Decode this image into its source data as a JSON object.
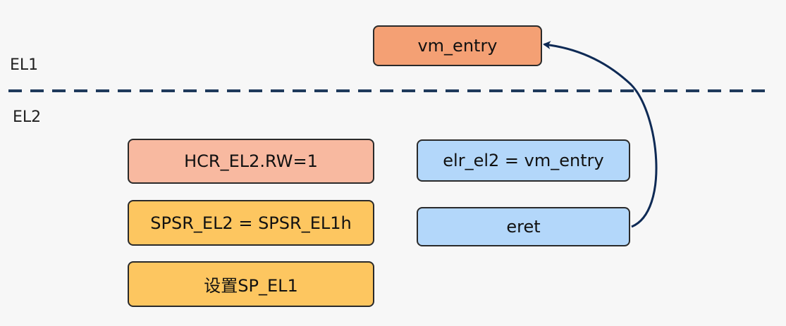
{
  "levels": {
    "el1": "EL1",
    "el2": "EL2"
  },
  "el1_box": {
    "text": "vm_entry",
    "color": "#f4a074"
  },
  "left_boxes": [
    {
      "text": "HCR_EL2.RW=1",
      "color": "#f8b9a0"
    },
    {
      "text": "SPSR_EL2 =  SPSR_EL1h",
      "color": "#fdc660"
    },
    {
      "text": "设置SP_EL1",
      "color": "#fdc660"
    }
  ],
  "right_boxes": [
    {
      "text": "elr_el2 = vm_entry",
      "color": "#b3d7fa"
    },
    {
      "text": "eret",
      "color": "#b3d7fa"
    }
  ],
  "colors": {
    "divider": "#1f3a5c",
    "arrow": "#0e2a55",
    "border": "#2a2a2a"
  }
}
